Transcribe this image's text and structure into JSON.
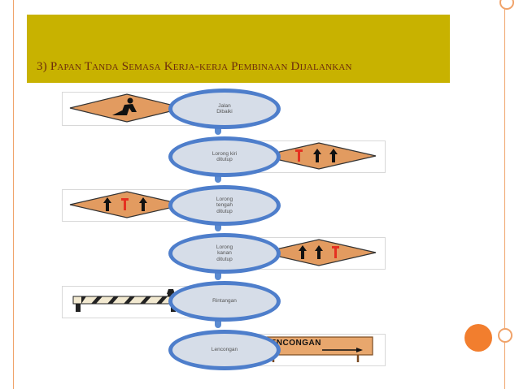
{
  "slide": {
    "title": "3) Papan Tanda Semasa Kerja-kerja Pembinaan Dijalankan"
  },
  "steps": [
    {
      "label": "Jalan Dibaiki"
    },
    {
      "label": "Lorong kiri ditutup"
    },
    {
      "label": "Lorong tengah ditutup"
    },
    {
      "label": "Lorong kanan ditutup"
    },
    {
      "label": "Rintangan"
    },
    {
      "label": "Lencongan"
    }
  ],
  "signs": {
    "detour_text": "LENCONGAN"
  },
  "colors": {
    "title_band": "#c8b200",
    "title_text": "#6b2b0c",
    "sign_orange": "#e29b60",
    "oval_ring": "#4e7ecb",
    "accent_red": "#e53020"
  }
}
